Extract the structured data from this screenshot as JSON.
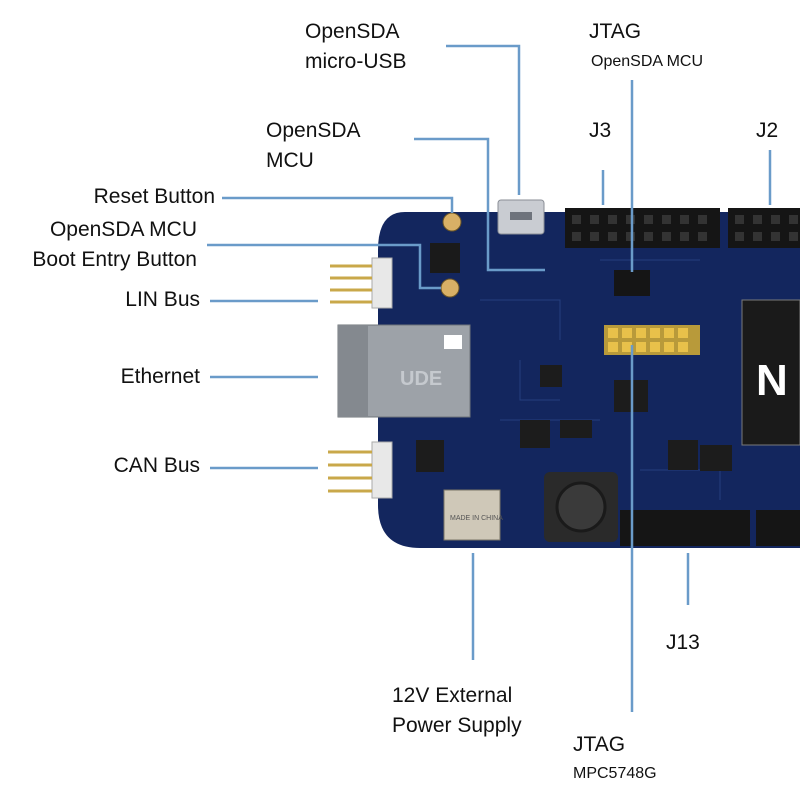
{
  "labels": {
    "opensda_usb_line1": "OpenSDA",
    "opensda_usb_line2": "micro-USB",
    "jtag_top": "JTAG",
    "jtag_top_sub": "OpenSDA MCU",
    "opensda_mcu_line1": "OpenSDA",
    "opensda_mcu_line2": "MCU",
    "j3": "J3",
    "j2": "J2",
    "reset_button": "Reset Button",
    "boot_line1": "OpenSDA MCU",
    "boot_line2": "Boot Entry Button",
    "lin_bus": "LIN Bus",
    "ethernet": "Ethernet",
    "can_bus": "CAN Bus",
    "j13": "J13",
    "power_line1": "12V External",
    "power_line2": "Power Supply",
    "jtag_bottom": "JTAG",
    "jtag_bottom_sub": "MPC5748G"
  },
  "board": {
    "ethernet_jack_text": "UDE",
    "inductor_text": "MADE IN CHINA",
    "chip_logo": "N"
  },
  "colors": {
    "pcb": "#13265e",
    "pcb_dark": "#0b1a45",
    "leader_line": "#6a9bc9",
    "header_pins": "#e8c14a",
    "connector_black": "#151515"
  }
}
